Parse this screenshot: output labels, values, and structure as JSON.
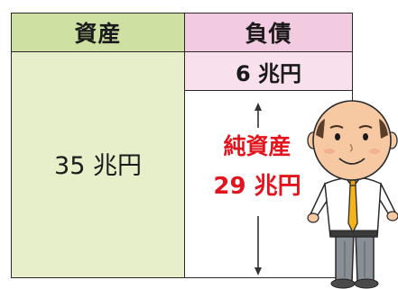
{
  "balance_sheet": {
    "assets_label": "資産",
    "assets_value": "35 兆円",
    "liabilities_label": "負債",
    "liabilities_value": "6 兆円",
    "equity_label": "純資産",
    "equity_value": "29 兆円"
  },
  "colors": {
    "assets_header": "#cfe0a3",
    "assets_body": "#e6efc9",
    "liabilities_header": "#f3cbe0",
    "liabilities_body": "#f8e1ec",
    "equity_text": "#e2141e"
  },
  "icons": [
    "double-arrow-icon",
    "businessman-illustration"
  ]
}
